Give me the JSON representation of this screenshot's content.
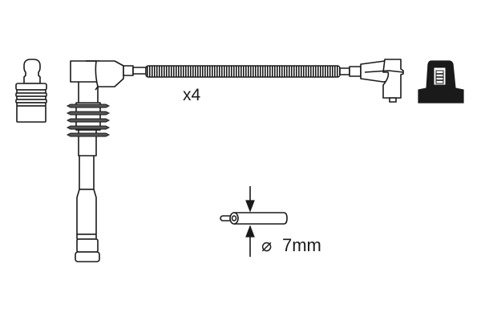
{
  "diagram": {
    "title": "Ignition lead set technical drawing",
    "quantity_label": "x4",
    "diameter_symbol": "⌀",
    "diameter_label": "7mm",
    "colors": {
      "line": "#1a1a1a",
      "fill": "#ffffff",
      "rib": "#555555"
    },
    "components": [
      {
        "id": "spark-plug-adapter",
        "label": "Spark plug terminal adapter"
      },
      {
        "id": "spark-plug-boot",
        "label": "Angled spark plug boot with ribbed seal"
      },
      {
        "id": "ignition-cable",
        "label": "Ignition cable"
      },
      {
        "id": "distributor-boot",
        "label": "Angled distributor/coil boot"
      },
      {
        "id": "coil-connector",
        "label": "Black terminal connector"
      },
      {
        "id": "cable-cross-section",
        "label": "Cable diameter callout"
      }
    ]
  }
}
